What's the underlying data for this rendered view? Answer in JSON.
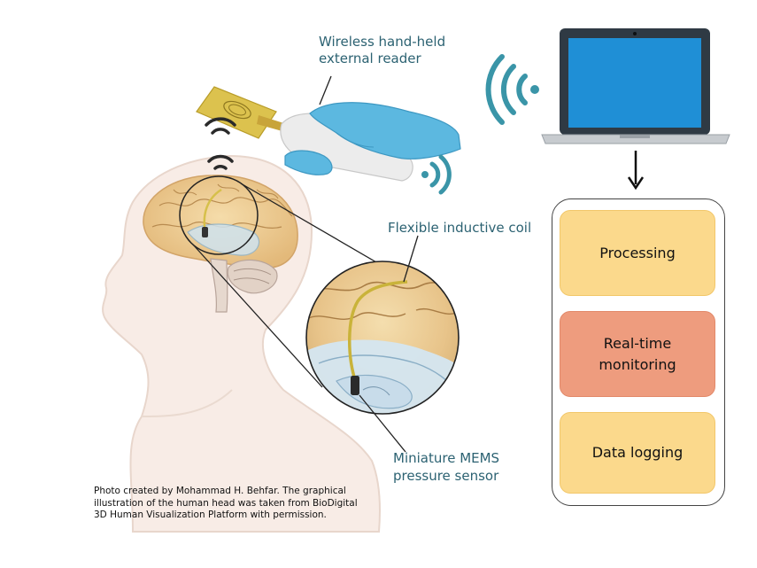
{
  "labels": {
    "reader_line1": "Wireless hand-held",
    "reader_line2": "external reader",
    "coil": "Flexible inductive coil",
    "sensor_line1": "Miniature MEMS",
    "sensor_line2": "pressure sensor"
  },
  "boxes": {
    "processing": "Processing",
    "monitoring_line1": "Real-time",
    "monitoring_line2": "monitoring",
    "logging": "Data logging"
  },
  "credit": {
    "line1": "Photo created by Mohammad H. Behfar. The graphical",
    "line2": "illustration of the human head was taken from BioDigital",
    "line3": "3D Human Visualization Platform with permission."
  },
  "colors": {
    "label_text": "#2c6272",
    "wireless_waves": "#3a95a8",
    "box_yellow": "#fbd98c",
    "box_red": "#ee9c7e",
    "laptop_screen": "#1f8fd6",
    "glove": "#5cb8e0"
  },
  "icons": [
    "wireless-signal-icon",
    "laptop-icon",
    "arrow-down-icon",
    "head-illustration",
    "brain-illustration",
    "hand-held-reader-illustration",
    "magnifier-circle"
  ]
}
